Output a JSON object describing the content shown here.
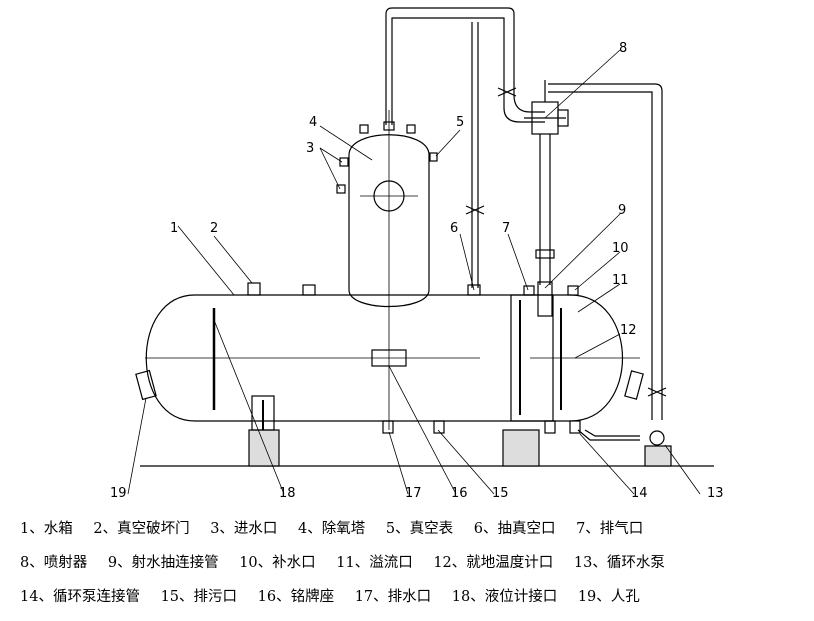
{
  "callouts": [
    "1",
    "2",
    "3",
    "4",
    "5",
    "6",
    "7",
    "8",
    "9",
    "10",
    "11",
    "12",
    "13",
    "14",
    "15",
    "16",
    "17",
    "18",
    "19"
  ],
  "legend": {
    "rows": [
      [
        "1、水箱",
        "2、真空破坏门",
        "3、进水口",
        "4、除氧塔",
        "5、真空表",
        "6、抽真空口",
        "7、排气口"
      ],
      [
        "8、喷射器",
        "9、射水抽连接管",
        "10、补水口",
        "11、溢流口",
        "12、就地温度计口",
        "13、循环水泵"
      ],
      [
        "14、循环泵连接管",
        "15、排污口",
        "16、铭牌座",
        "17、排水口",
        "18、液位计接口",
        "19、人孔"
      ]
    ]
  }
}
